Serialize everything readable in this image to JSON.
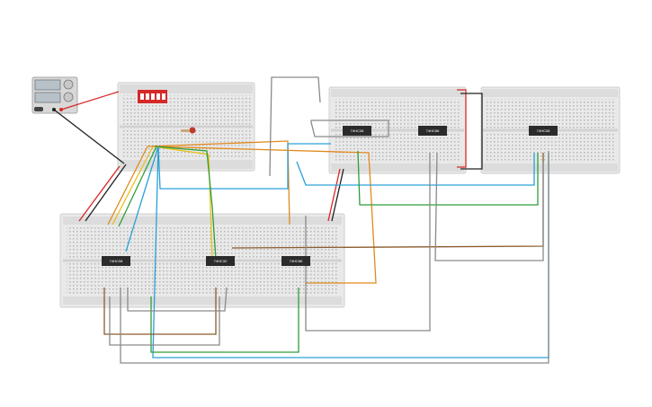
{
  "app": {
    "title": ""
  },
  "power_supply": {
    "label": ""
  },
  "chips": [
    {
      "label": "74HC08"
    },
    {
      "label": "74HC32"
    },
    {
      "label": "74HC86"
    },
    {
      "label": "74HC08"
    },
    {
      "label": "74HC86"
    },
    {
      "label": "74HC08"
    }
  ],
  "colors": {
    "red": "#d62828",
    "black": "#222222",
    "orange": "#e08a1e",
    "yellow": "#e6c01a",
    "green": "#2e9e3a",
    "blue": "#2aa0d6",
    "gray": "#8a8a8a",
    "brown": "#8b5a2b",
    "breadboard": "#e9e9e9"
  }
}
